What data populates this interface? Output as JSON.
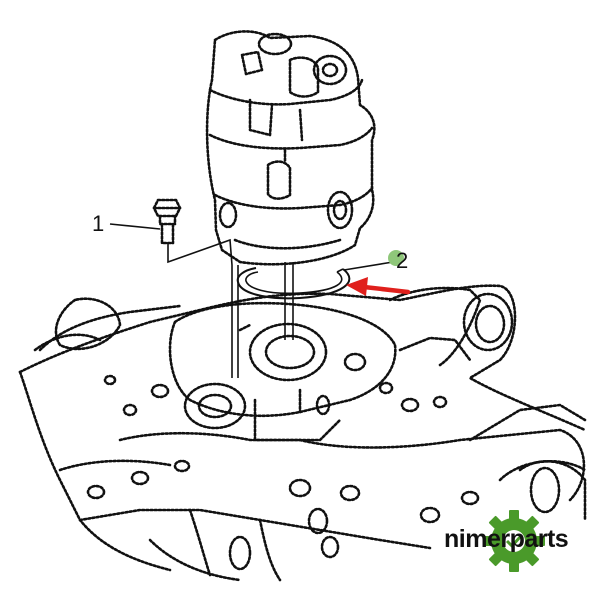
{
  "callouts": [
    {
      "label": "1"
    },
    {
      "label": "2"
    }
  ],
  "brand": {
    "name": "nimerparts",
    "gear_color": "#4a9a2a",
    "dot_color": "#f2b800"
  },
  "colors": {
    "line": "#111111",
    "arrow": "#e0201c",
    "callout_marker": "#8fc77a"
  }
}
